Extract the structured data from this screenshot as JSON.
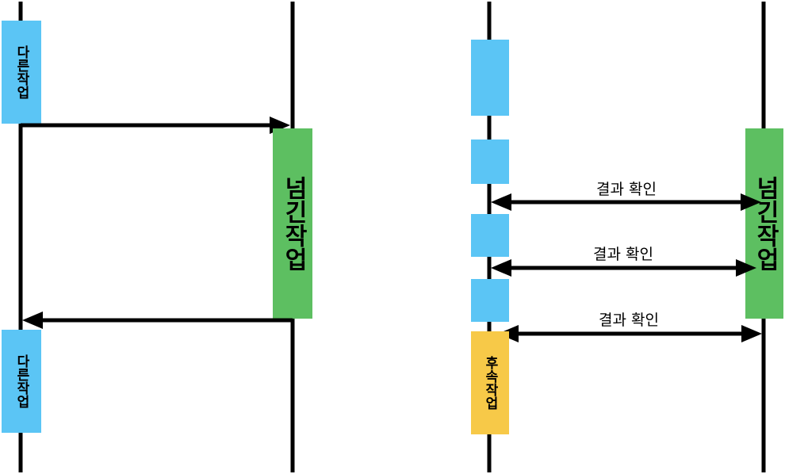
{
  "colors": {
    "blue_block": "#5BC5F5",
    "green_block": "#5DBF61",
    "yellow_block": "#F7C948",
    "line": "#000000"
  },
  "left_diagram": {
    "top_task_label": "다른작업",
    "bottom_task_label": "다른작업",
    "delegated_task_label": "넘긴작업"
  },
  "right_diagram": {
    "delegated_task_label": "넘긴작업",
    "check_labels": [
      "결과 확인",
      "결과 확인",
      "결과 확인"
    ],
    "followup_task_label": "후속작업"
  }
}
